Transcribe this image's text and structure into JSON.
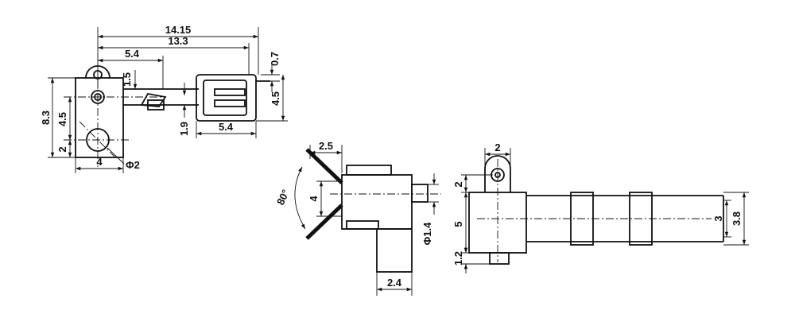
{
  "dims": {
    "overall_length": "14.15",
    "body_length": "13.3",
    "pivot_offset": "5.4",
    "offset_1_5": "1.5",
    "gap_0_7": "0.7",
    "lever_height": "4.5",
    "height_left": "8.3",
    "hole_spacing": "4.5",
    "hole_bottom": "2",
    "base_width": "4",
    "hole_diameter": "Φ2",
    "lever_y": "1.9",
    "head_width": "5.4",
    "top_width": "2.5",
    "angle": "80°",
    "body_4": "4",
    "pin_diameter": "Φ1.4",
    "foot_width": "2.4",
    "tab_width": "2",
    "tab_height": "2",
    "body_height": "5",
    "foot_height": "1.2",
    "lever_3": "3",
    "lever_3_8": "3.8"
  }
}
